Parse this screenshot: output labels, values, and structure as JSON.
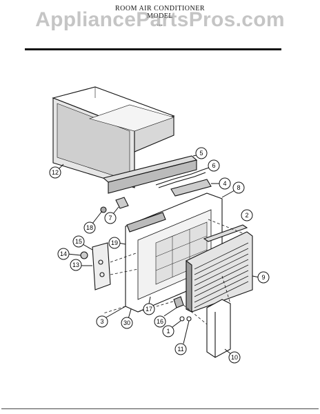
{
  "header": {
    "title": "ROOM AIR CONDITIONER",
    "model_label": "MODEL",
    "model_number": "...",
    "watermark": "AppliancePartsPros.com"
  },
  "callouts": [
    "1",
    "2",
    "3",
    "4",
    "5",
    "6",
    "7",
    "8",
    "9",
    "10",
    "11",
    "12",
    "13",
    "14",
    "15",
    "16",
    "17",
    "18",
    "19",
    "30"
  ],
  "colors": {
    "ink": "#111111",
    "watermark": "#969696",
    "background": "#ffffff"
  }
}
